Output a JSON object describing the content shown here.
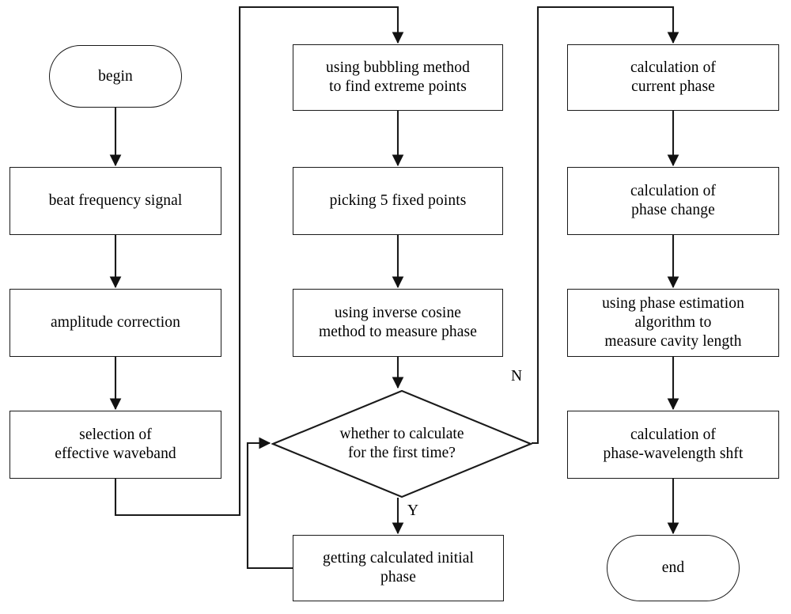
{
  "diagram": {
    "title": "beat frequency signal phase measurement flowchart",
    "stroke_color": "#1a1a1a",
    "background_color": "#ffffff",
    "text_color": "#000000",
    "columns": {
      "left": {
        "nodes": [
          {
            "id": "begin",
            "shape": "terminator",
            "label": "begin"
          },
          {
            "id": "beat-frequency-signal",
            "shape": "process",
            "label": "beat frequency signal"
          },
          {
            "id": "amplitude-correction",
            "shape": "process",
            "label": "amplitude correction"
          },
          {
            "id": "selection-of-effective-waveband",
            "shape": "process",
            "label": "selection of\neffective waveband"
          }
        ]
      },
      "middle": {
        "nodes": [
          {
            "id": "using-bubbling-method",
            "shape": "process",
            "label": "using bubbling method\nto find extreme points"
          },
          {
            "id": "picking-5-fixed-points",
            "shape": "process",
            "label": "picking 5 fixed points"
          },
          {
            "id": "using-inverse-cosine-method",
            "shape": "process",
            "label": "using inverse cosine\nmethod to measure phase"
          },
          {
            "id": "whether-first-time",
            "shape": "decision",
            "label": "whether to calculate\nfor the first time?"
          },
          {
            "id": "getting-calculated-initial-phase",
            "shape": "process",
            "label": "getting calculated initial\nphase"
          }
        ]
      },
      "right": {
        "nodes": [
          {
            "id": "calculation-of-current-phase",
            "shape": "process",
            "label": "calculation of\ncurrent phase"
          },
          {
            "id": "calculation-of-phase-change",
            "shape": "process",
            "label": "calculation of\nphase change"
          },
          {
            "id": "using-phase-estimation-algorithm",
            "shape": "process",
            "label": "using phase estimation\nalgorithm to\nmeasure cavity length"
          },
          {
            "id": "calculation-of-phase-wavelength-shft",
            "shape": "process",
            "label": "calculation of\nphase-wavelength shft"
          },
          {
            "id": "end",
            "shape": "terminator",
            "label": "end"
          }
        ]
      }
    },
    "branch_labels": {
      "no": "N",
      "yes": "Y"
    }
  }
}
